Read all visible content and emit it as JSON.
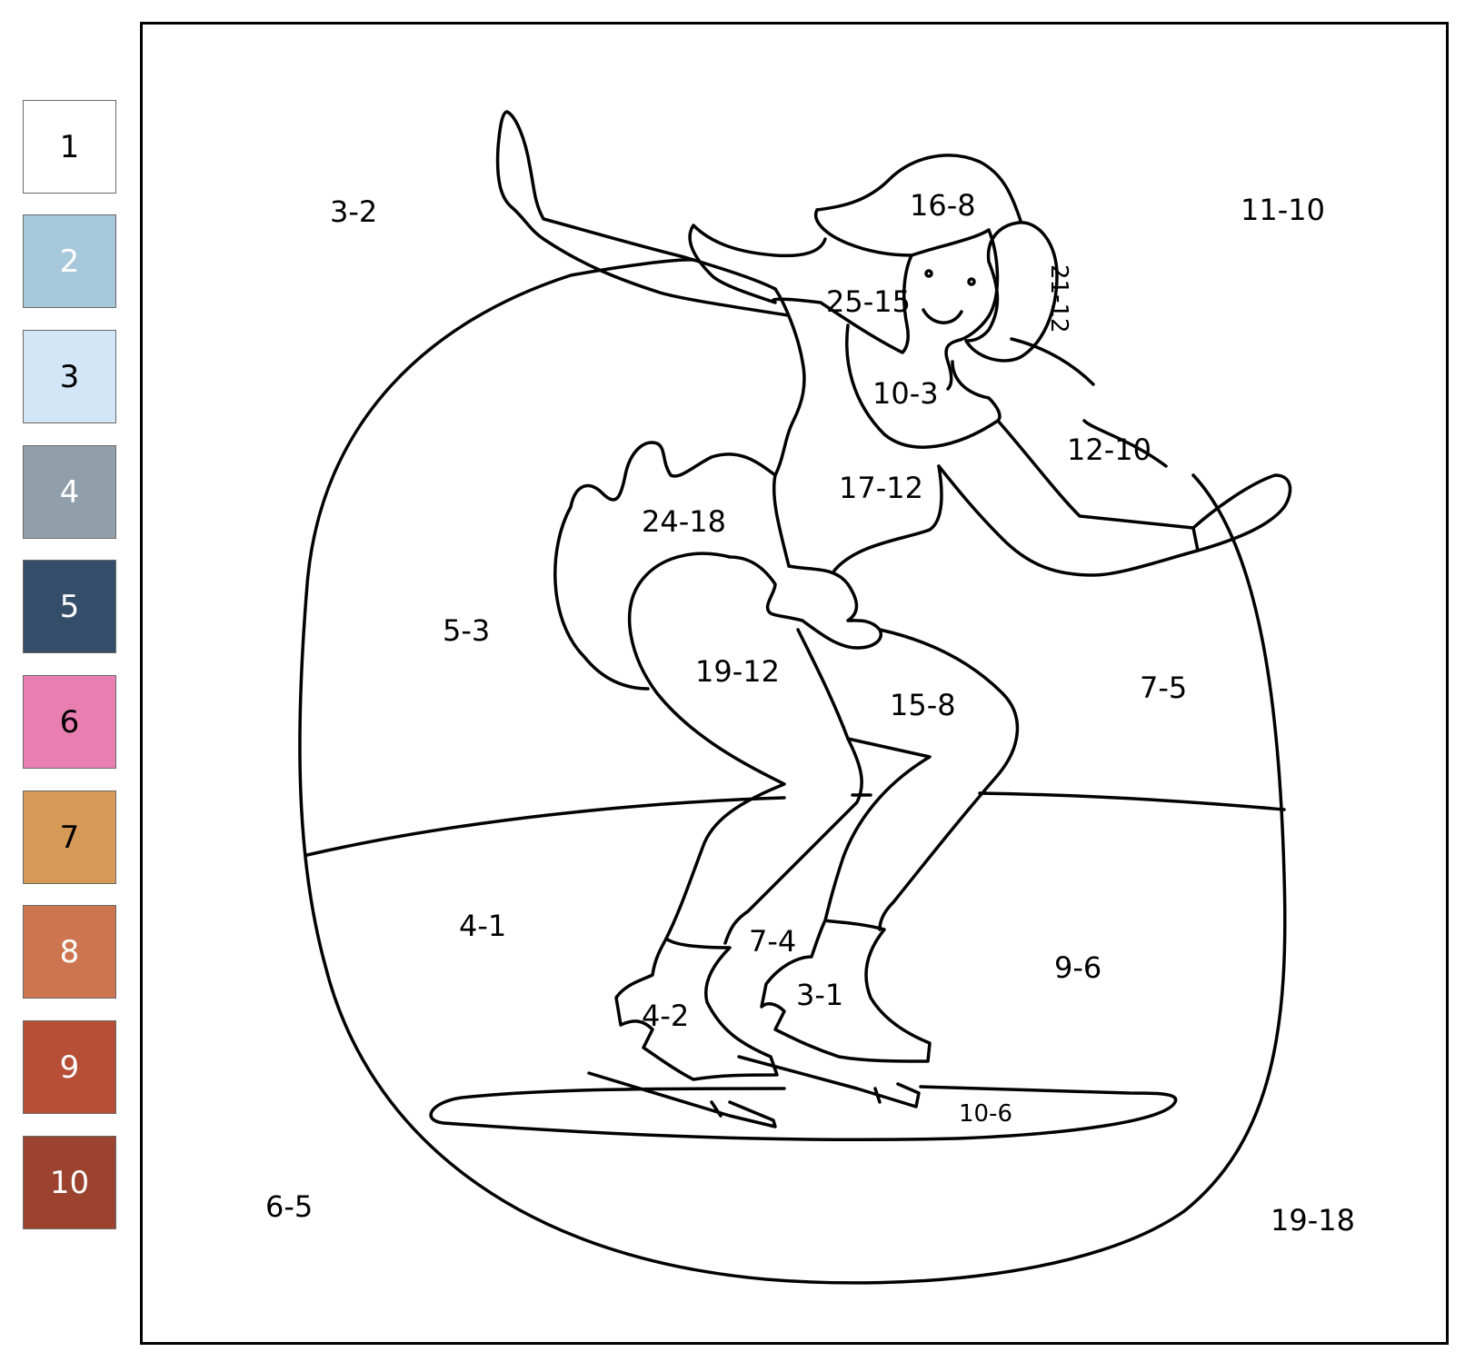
{
  "palette": [
    {
      "number": "1",
      "color": "#ffffff",
      "text_color": "#000000"
    },
    {
      "number": "2",
      "color": "#a7c7db",
      "text_color": "#ffffff"
    },
    {
      "number": "3",
      "color": "#d2e6f7",
      "text_color": "#000000"
    },
    {
      "number": "4",
      "color": "#919fab",
      "text_color": "#ffffff"
    },
    {
      "number": "5",
      "color": "#344e69",
      "text_color": "#ffffff"
    },
    {
      "number": "6",
      "color": "#e97fb0",
      "text_color": "#000000"
    },
    {
      "number": "7",
      "color": "#d69a57",
      "text_color": "#000000"
    },
    {
      "number": "8",
      "color": "#cd7550",
      "text_color": "#ffffff"
    },
    {
      "number": "9",
      "color": "#b64f36",
      "text_color": "#ffffff"
    },
    {
      "number": "10",
      "color": "#9b432e",
      "text_color": "#ffffff"
    }
  ],
  "regions": {
    "bg_top_left": "3-2",
    "bg_top_right": "11-10",
    "bg_bottom_left": "6-5",
    "bg_bottom_right": "19-18",
    "rink_wall_left": "5-3",
    "rink_wall_right": "7-5",
    "ice_left": "4-1",
    "ice_right": "9-6",
    "ice_shadow": "10-6",
    "hair": "16-8",
    "earmuff": "21-12",
    "face": "25-15",
    "neck": "10-3",
    "dress_top": "17-12",
    "skirt": "24-18",
    "sleeve_right": "12-10",
    "leg_left": "19-12",
    "leg_right": "15-8",
    "between_legs": "7-4",
    "skate_left": "4-2",
    "skate_right": "3-1"
  }
}
